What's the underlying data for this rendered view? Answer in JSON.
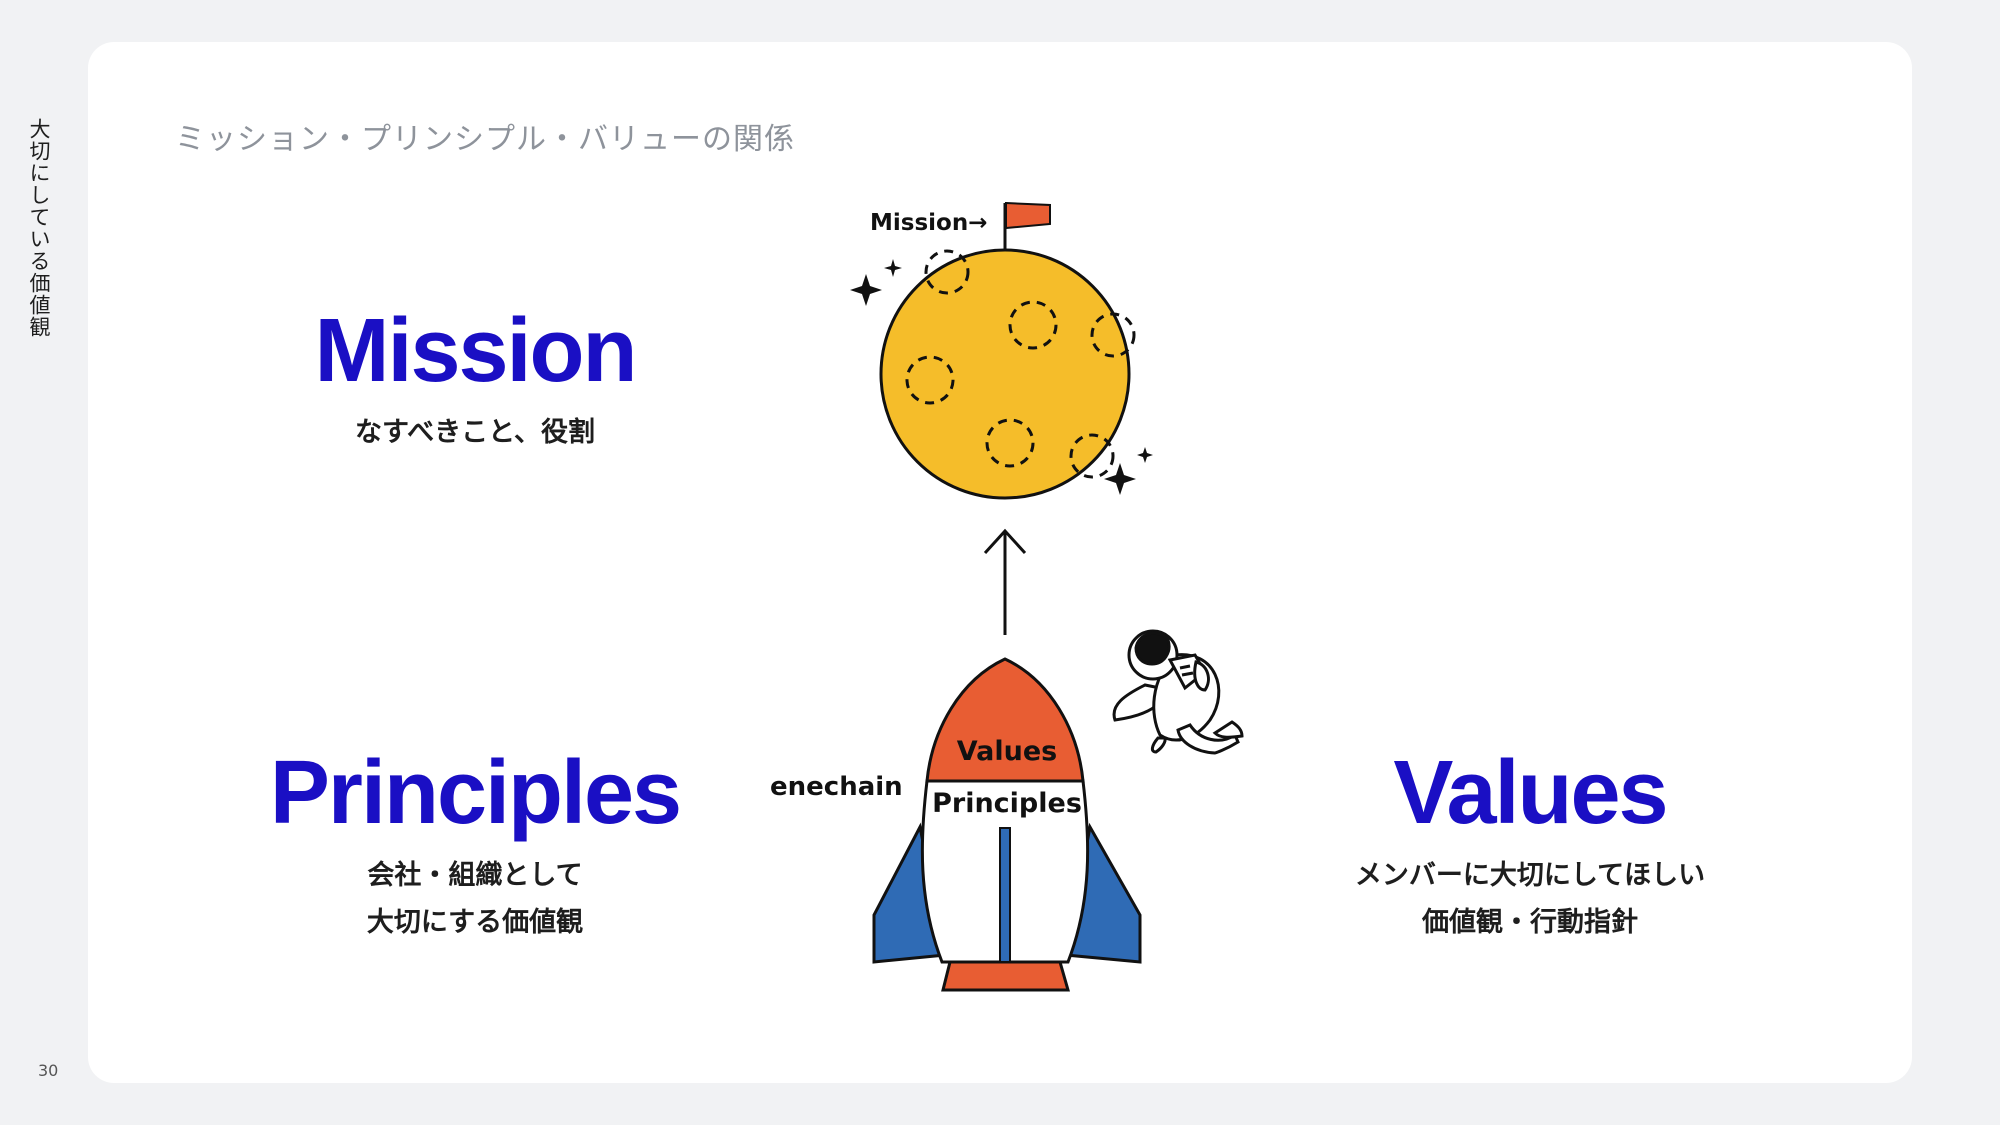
{
  "sidebar": {
    "section_label": "大切にしている価値観",
    "page_number": "30"
  },
  "slide": {
    "title": "ミッション・プリンシプル・バリューの関係"
  },
  "mission": {
    "heading": "Mission",
    "description": "なすべきこと、役割"
  },
  "principles": {
    "heading": "Principles",
    "description_line1": "会社・組織として",
    "description_line2": "大切にする価値観"
  },
  "values": {
    "heading": "Values",
    "description_line1": "メンバーに大切にしてほしい",
    "description_line2": "価値観・行動指針"
  },
  "illustration": {
    "moon_label": "Mission→",
    "rocket_top_label": "Values",
    "rocket_body_label": "Principles",
    "company_label": "enechain",
    "colors": {
      "moon": "#f5bd2a",
      "rocket_red": "#e85d33",
      "rocket_blue": "#2f6bb5",
      "accent_blue": "#1a0fc4"
    }
  }
}
